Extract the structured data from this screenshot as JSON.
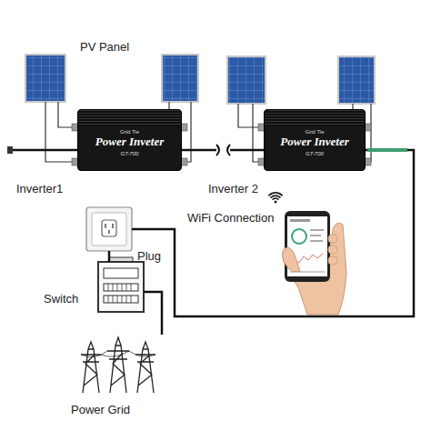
{
  "diagram": {
    "nodes": [
      {
        "text": [
          "Grid Tie",
          "Power Inveter",
          "GT-700",
          "Inverter1"
        ]
      },
      {
        "text": [
          "Grid Tie",
          "Power Inveter",
          "GT-700",
          "Inverter 2"
        ]
      },
      {
        "text": [
          "Plug"
        ]
      },
      {
        "text": [
          "Switch"
        ]
      },
      {
        "text": [
          "Power Grid"
        ]
      }
    ],
    "edges": [
      {
        "from": 0,
        "to": 1,
        "arrow": "none"
      },
      {
        "from": 1,
        "to": 2,
        "arrow": "none"
      },
      {
        "from": 2,
        "to": 3,
        "arrow": "none"
      },
      {
        "from": 3,
        "to": 4,
        "arrow": "none"
      }
    ],
    "labels": [
      "PV Panel",
      "WiFi Connection"
    ]
  }
}
